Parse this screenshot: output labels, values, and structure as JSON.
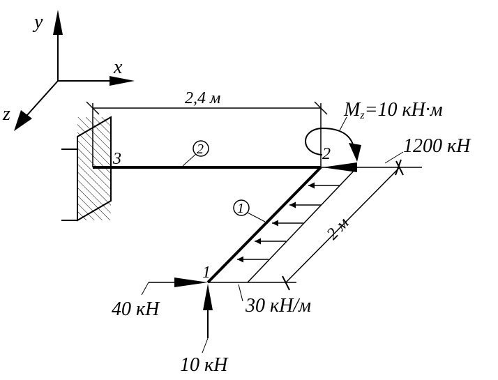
{
  "axes": {
    "y": "y",
    "x": "x",
    "z": "z"
  },
  "dimensions": {
    "beam2_length": "2,4 м",
    "beam1_length": "2 м"
  },
  "moment": {
    "symbol": "M",
    "subscript": "z",
    "value": "=10 кН·м"
  },
  "nodes": {
    "n1": "1",
    "n2": "2",
    "n3": "3"
  },
  "members": {
    "m1": "1",
    "m2": "2"
  },
  "loads": {
    "force_node2": "1200 кН",
    "force_horizontal_node1": "40 кН",
    "distributed": "30 кН/м",
    "force_vertical_node1": "10 кН"
  }
}
